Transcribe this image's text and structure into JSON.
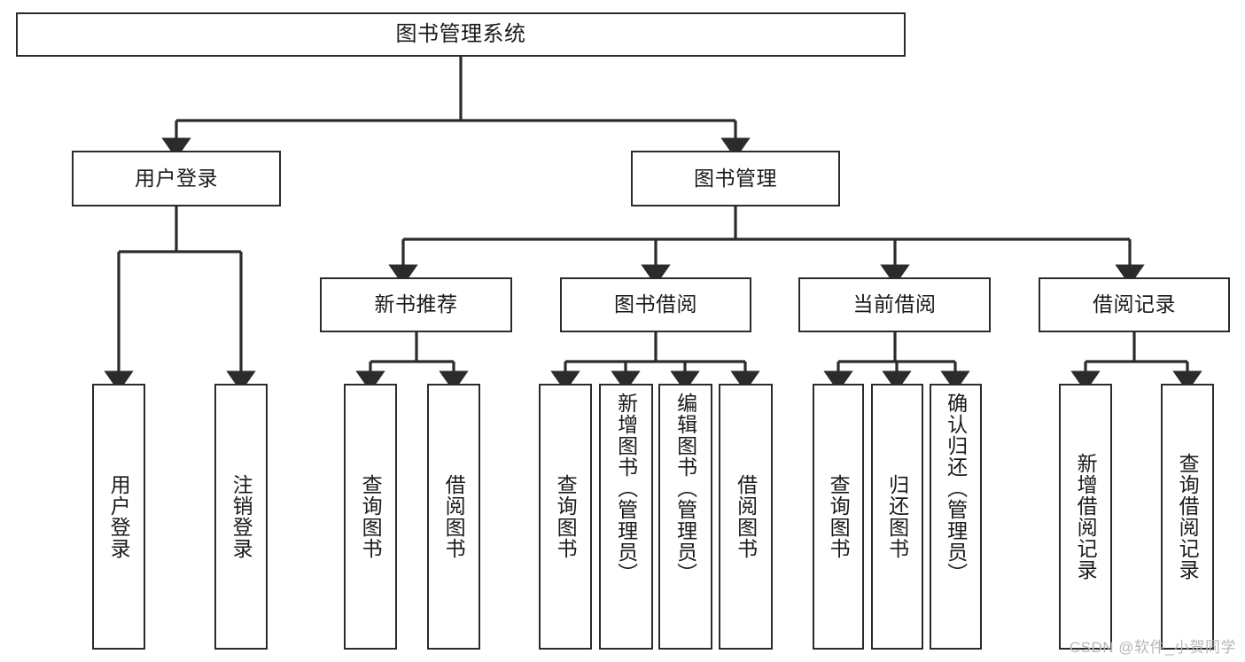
{
  "diagram": {
    "title": "图书管理系统",
    "type": "tree-hierarchy-chart",
    "colors": {
      "stroke": "#2b2b2b",
      "fill": "#ffffff",
      "text": "#1a1a1a",
      "watermark": "#b7b7b7"
    },
    "watermark": "CSDN @软件_小贺同学",
    "nodes": {
      "root": {
        "label": "图书管理系统"
      },
      "level1": [
        {
          "label": "用户登录"
        },
        {
          "label": "图书管理"
        }
      ],
      "level2": [
        {
          "label": "新书推荐"
        },
        {
          "label": "图书借阅"
        },
        {
          "label": "当前借阅"
        },
        {
          "label": "借阅记录"
        }
      ],
      "leaves": {
        "user_login": [
          {
            "label": "用户登录"
          },
          {
            "label": "注销登录"
          }
        ],
        "new_book": [
          {
            "label": "查询图书"
          },
          {
            "label": "借阅图书"
          }
        ],
        "book_borrow": [
          {
            "label": "查询图书"
          },
          {
            "label": "新增图书（管理员）"
          },
          {
            "label": "编辑图书（管理员）"
          },
          {
            "label": "借阅图书"
          }
        ],
        "current_borrow": [
          {
            "label": "查询图书"
          },
          {
            "label": "归还图书"
          },
          {
            "label": "确认归还（管理员）"
          }
        ],
        "borrow_record": [
          {
            "label": "新增借阅记录"
          },
          {
            "label": "查询借阅记录"
          }
        ]
      }
    }
  }
}
